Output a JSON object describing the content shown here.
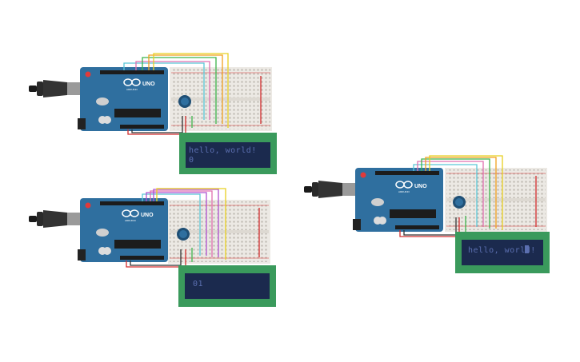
{
  "scene": {
    "background": "#ffffff",
    "colors": {
      "arduino_board": "#2f6f9f",
      "arduino_dark": "#1f4f75",
      "breadboard": "#ece9e4",
      "lcd_pcb": "#3a9a5c",
      "lcd_screen": "#1b2a4e",
      "lcd_text": "#5b6fb0",
      "usb_cable": "#222222",
      "wire_red": "#d22d2d",
      "wire_black": "#333333",
      "wire_orange": "#f0a020",
      "wire_yellow": "#e8d020",
      "wire_green": "#3cb34a",
      "wire_cyan": "#5ac8d8",
      "wire_purple": "#b050d0",
      "wire_pink": "#e070b0"
    },
    "circuits": [
      {
        "id": "circuit-top-left",
        "board_label": "UNO",
        "board_sub": "ARDUINO",
        "lcd_lines": [
          "hello, world!",
          "0"
        ],
        "cursor": false
      },
      {
        "id": "circuit-bottom-left",
        "board_label": "UNO",
        "board_sub": "ARDUINO",
        "lcd_lines": [
          "01",
          ""
        ],
        "cursor": false
      },
      {
        "id": "circuit-right",
        "board_label": "UNO",
        "board_sub": "ARDUINO",
        "lcd_lines": [
          "hello, world!",
          ""
        ],
        "cursor": true
      }
    ]
  }
}
